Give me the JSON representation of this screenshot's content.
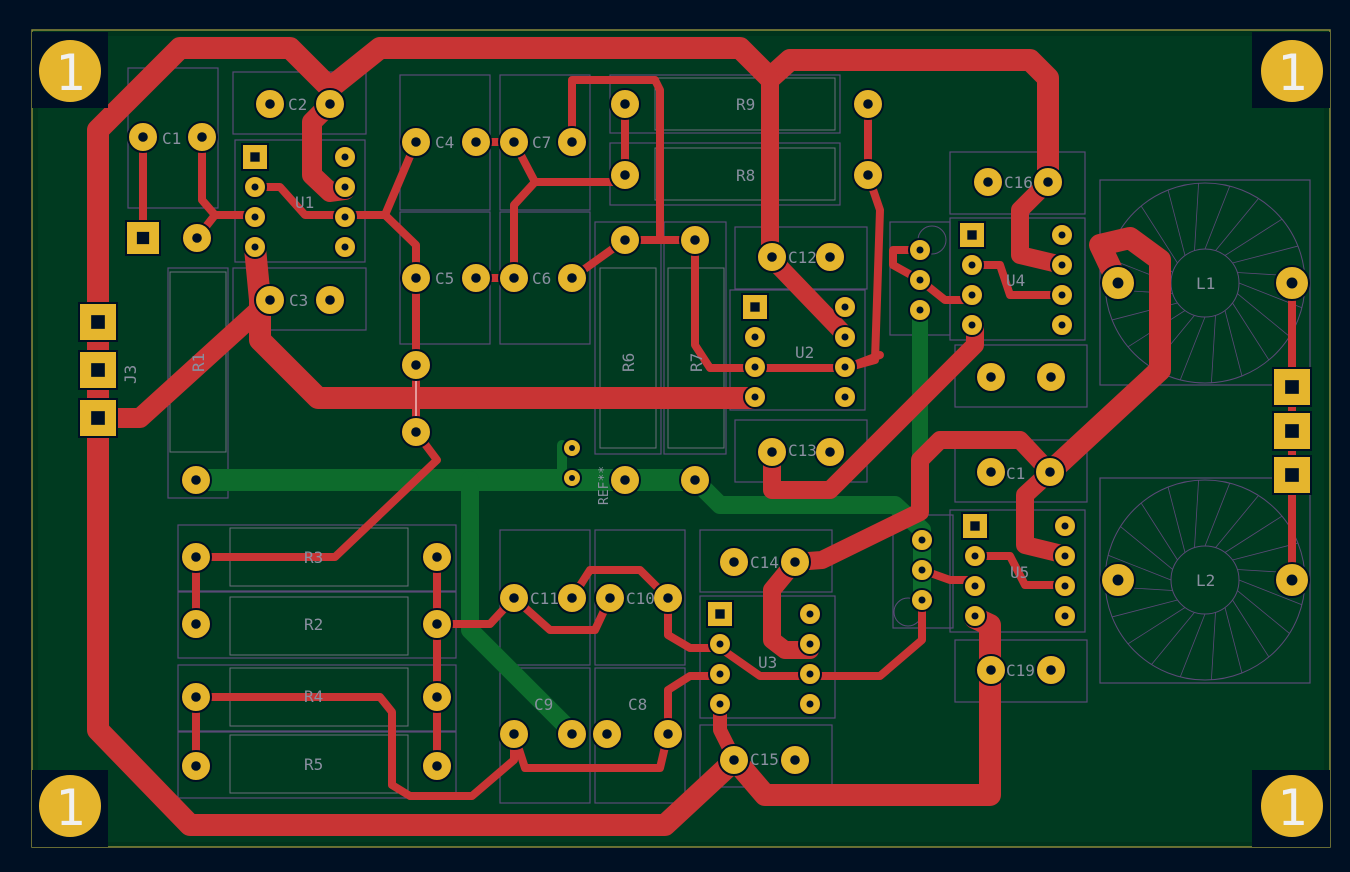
{
  "colors": {
    "background": "#001023",
    "board": "#00331c",
    "edge": "#8a8a3a",
    "copper_top": "#c83434",
    "copper_bottom": "#0d6b2c",
    "pad": "#e5b52d",
    "silk": "#8a8fa0",
    "courtyard": "#5b4a78"
  },
  "mounting_holes": [
    {
      "label": "1"
    },
    {
      "label": "1"
    },
    {
      "label": "1"
    },
    {
      "label": "1"
    }
  ],
  "refs": {
    "C1": "C1",
    "C2": "C2",
    "C3": "C3",
    "C4": "C4",
    "C5": "C5",
    "C6": "C6",
    "C7": "C7",
    "C8": "C8",
    "C9": "C9",
    "C10": "C10",
    "C11": "C11",
    "C12": "C12",
    "C13": "C13",
    "C14": "C14",
    "C15": "C15",
    "C16": "C16",
    "C17": "C1",
    "C19": "C19",
    "R2": "R2",
    "R5": "R5",
    "R6": "R6",
    "R7": "R7",
    "R8": "R8",
    "R9": "R9",
    "U1": "U1",
    "U2": "U2",
    "U3": "U3",
    "U4": "U4",
    "U5": "U5",
    "J3": "J3",
    "L1": "L1",
    "L2": "L2",
    "R1": "R1",
    "R3": "R3",
    "R4": "R4",
    "REF": "REF**"
  }
}
